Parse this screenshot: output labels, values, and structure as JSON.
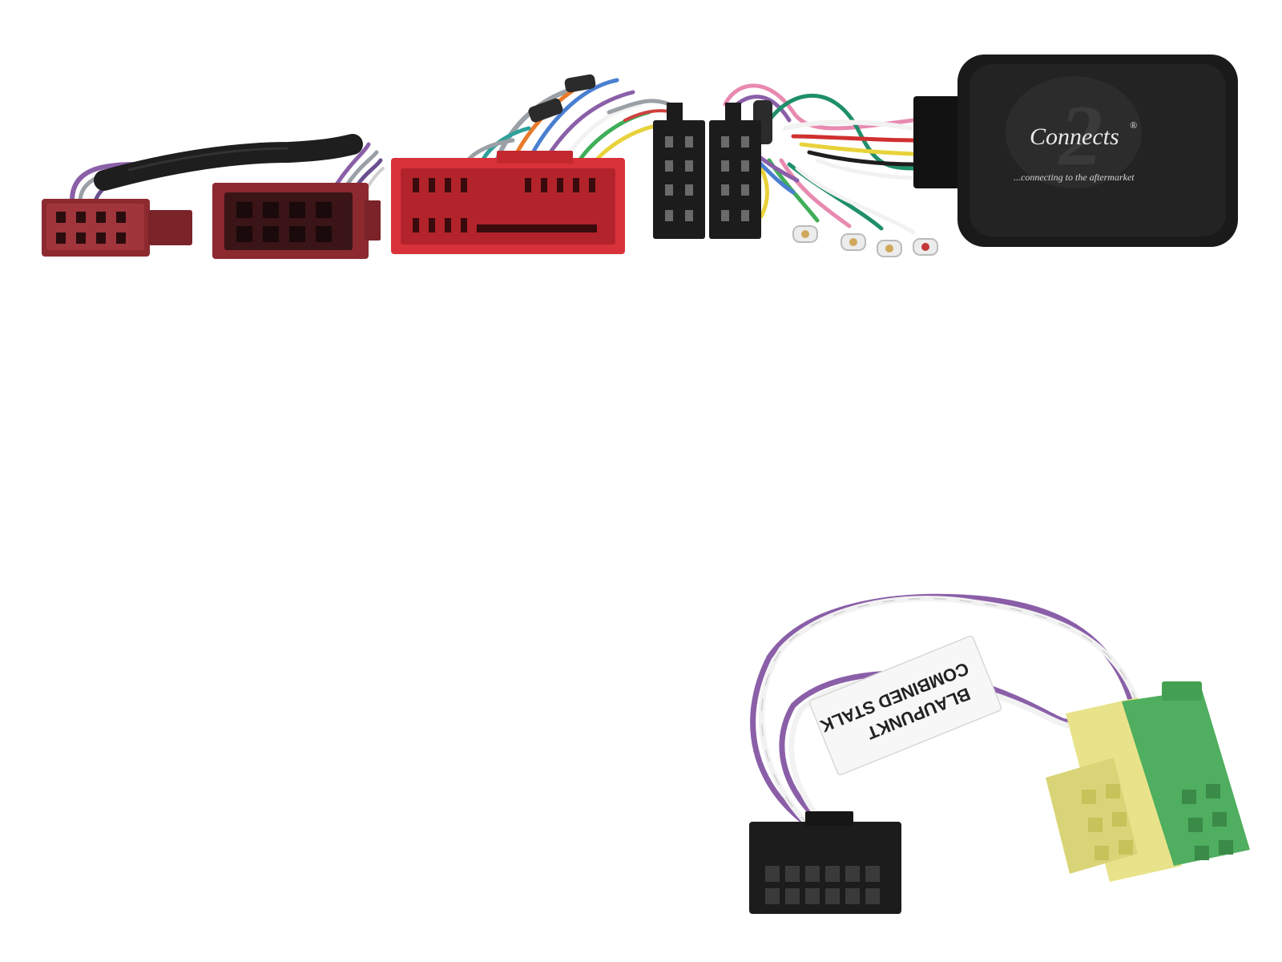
{
  "image": {
    "subject": "product-photo",
    "background": "#ffffff"
  },
  "interface_box": {
    "brand_logo_main": "Connects",
    "brand_logo_numeral": "2",
    "brand_logo_mark": "®",
    "brand_tagline": "...connecting to the aftermarket",
    "color": "#1a1a1a"
  },
  "label_tag": {
    "line1": "BLAUPUNKT",
    "line2": "COMBINED STALK"
  },
  "colors": {
    "dark_red_connector": "#8c2a30",
    "red_connector": "#d8313a",
    "black_connector": "#1c1c1c",
    "yellow_connector": "#e8e38a",
    "green_connector": "#4fae5f",
    "wire_purple": "#8a5fa8",
    "wire_white": "#f2f2f2"
  }
}
